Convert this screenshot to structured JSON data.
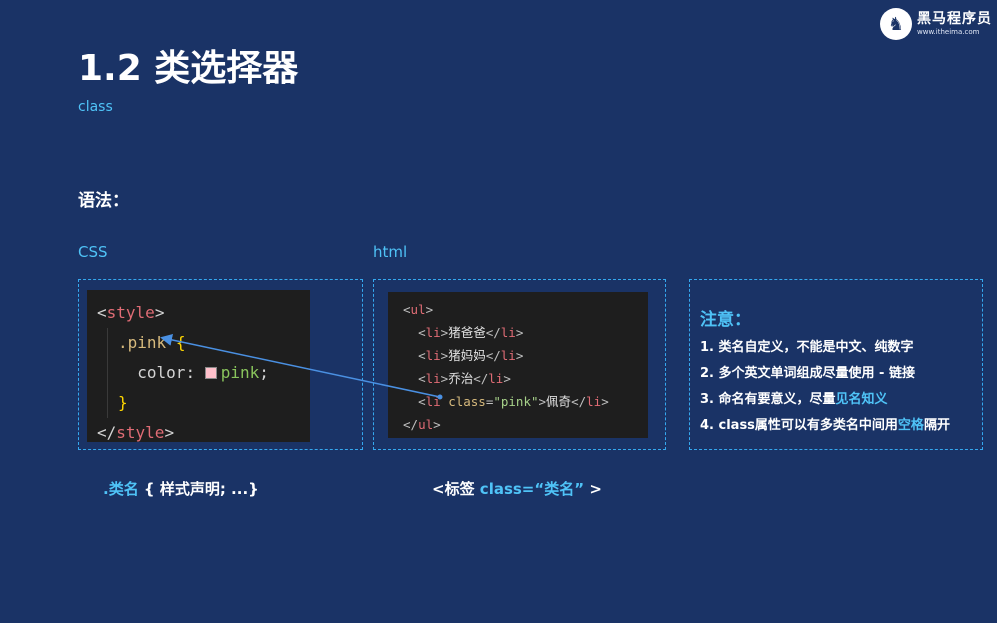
{
  "logo": {
    "name": "黑马程序员",
    "url": "www.itheima.com"
  },
  "title": "1.2 类选择器",
  "subtitle": "class",
  "syntax_label": "语法：",
  "css_label": "CSS",
  "html_label": "html",
  "css_code": {
    "open_tag": "style",
    "selector": ".pink",
    "property": "color",
    "value": "pink",
    "close_tag": "style"
  },
  "html_code": {
    "ul": "ul",
    "li": "li",
    "items": [
      "猪爸爸",
      "猪妈妈",
      "乔治",
      "佩奇"
    ],
    "attr_name": "class",
    "attr_value": "\"pink\""
  },
  "notes": {
    "title": "注意：",
    "items": [
      "1. 类名自定义，不能是中文、纯数字",
      "2. 多个英文单词组成尽量使用 - 链接",
      "3. 命名有要意义，尽量",
      "4. class属性可以有多类名中间用"
    ],
    "hl3": "见名知义",
    "hl4": "空格",
    "tail4": "隔开"
  },
  "bottom_css": {
    "selector": ".类名",
    "rest": " { 样式声明; ...}"
  },
  "bottom_html": {
    "open": "<标签 ",
    "attr": "class=“类名”",
    "close": " >"
  },
  "colors": {
    "background": "#1a3366",
    "accent": "#4fc3f7",
    "dash": "#35a8ef"
  }
}
